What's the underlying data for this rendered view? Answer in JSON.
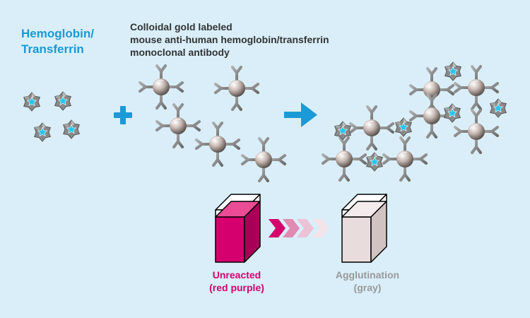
{
  "labels": {
    "analyte_line1": "Hemoglobin/",
    "analyte_line2": "Transferrin",
    "antibody_line1": "Colloidal gold labeled",
    "antibody_line2": "mouse anti-human hemoglobin/transferrin",
    "antibody_line3": "monoclonal antibody",
    "unreacted_line1": "Unreacted",
    "unreacted_line2": "(red purple)",
    "agglutination_line1": "Agglutination",
    "agglutination_line2": "(gray)"
  },
  "colors": {
    "background": "#d9eef8",
    "analyte_text": "#1a9ad6",
    "plus": "#1a9ad6",
    "arrow": "#1a9ad6",
    "antibody_text": "#333333",
    "red_purple": "#d5006d",
    "gray_result": "#e8dcdc",
    "gray_text": "#999999",
    "star_core": "#21c5f0",
    "star_body": "#8a8a8a",
    "gold_particle": "#b8a9a3"
  },
  "icons": {
    "analyte": "star-antigen-icon",
    "antibody": "gold-particle-antibody-icon",
    "plus": "plus-icon",
    "reaction_arrow": "right-arrow-icon",
    "progress_chevrons": "chevron-arrows-icon",
    "cuvette": "cuvette-icon"
  }
}
